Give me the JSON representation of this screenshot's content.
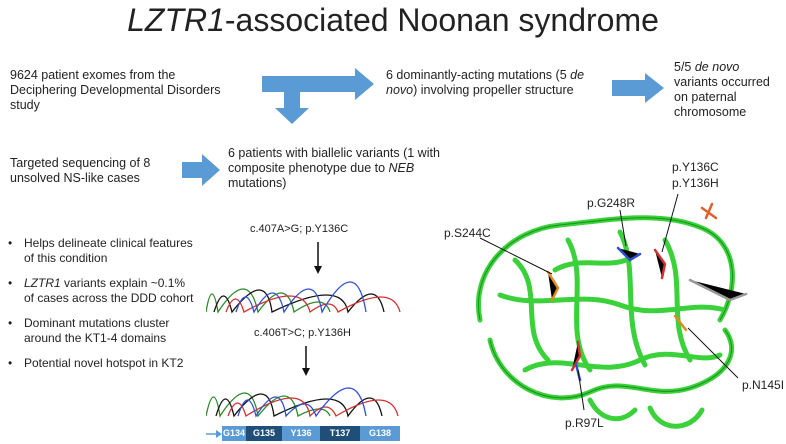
{
  "title": {
    "gene": "LZTR1",
    "rest": "-associated Noonan syndrome"
  },
  "flow": {
    "box1": "9624 patient exomes from the Deciphering Developmental Disorders study",
    "box2_pre": "6 dominantly-acting mutations (5 ",
    "box2_em": "de novo",
    "box2_post": ") involving propeller structure",
    "box3_pre": "5/5 ",
    "box3_em": "de novo",
    "box3_post": " variants occurred on paternal chromosome",
    "box4": "Targeted sequencing of 8 unsolved NS-like cases",
    "box5_pre": "6 patients with biallelic variants (1 with composite phenotype due to ",
    "box5_em": "NEB",
    "box5_post": " mutations)"
  },
  "bullets": {
    "b1": "Helps delineate clinical features of this condition",
    "b2_em": "LZTR1",
    "b2_rest": " variants explain ~0.1% of cases across the DDD cohort",
    "b3": "Dominant mutations cluster around the KT1-4 domains",
    "b4": "Potential novel hotspot in KT2"
  },
  "chromatograms": {
    "top_label": "c.407A>G; p.Y136C",
    "bottom_label": "c.406T>C; p.Y136H"
  },
  "codons": [
    "G134",
    "G135",
    "Y136",
    "T137",
    "G138"
  ],
  "structure_labels": {
    "s244c": "p.S244C",
    "g248r": "p.G248R",
    "y136c": "p.Y136C",
    "y136h": "p.Y136H",
    "r97l": "p.R97L",
    "n145i": "p.N145I"
  },
  "colors": {
    "arrow": "#5b9bd5",
    "strip_light": "#5b9bd5",
    "strip_dark": "#1f4e79",
    "ribbon": "#33cc33"
  }
}
